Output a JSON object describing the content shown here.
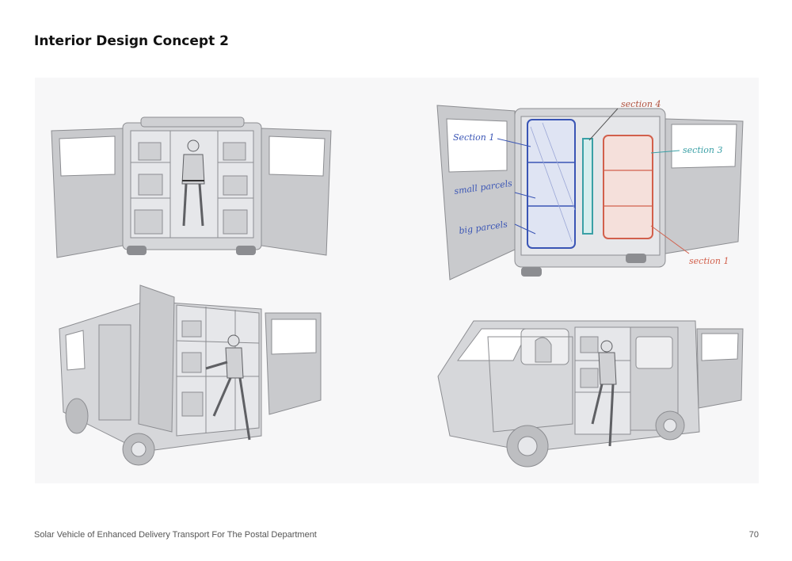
{
  "page": {
    "title": "Interior Design Concept 2",
    "footer": "Solar Vehicle of Enhanced Delivery Transport For The Postal Department",
    "page_number": "70"
  },
  "annotations": {
    "section_1_left": "Section 1",
    "section_4": "section 4",
    "section_3": "section 3",
    "section_1_right": "section 1",
    "small_parcels": "small parcels",
    "big_parcels": "big parcels"
  },
  "colors": {
    "blue_annotation": "#3a55b5",
    "teal_annotation": "#3aa0a6",
    "red_annotation": "#d2604c",
    "sketch_gray": "#c8c9cc",
    "sketch_dark": "#8c8d91"
  }
}
